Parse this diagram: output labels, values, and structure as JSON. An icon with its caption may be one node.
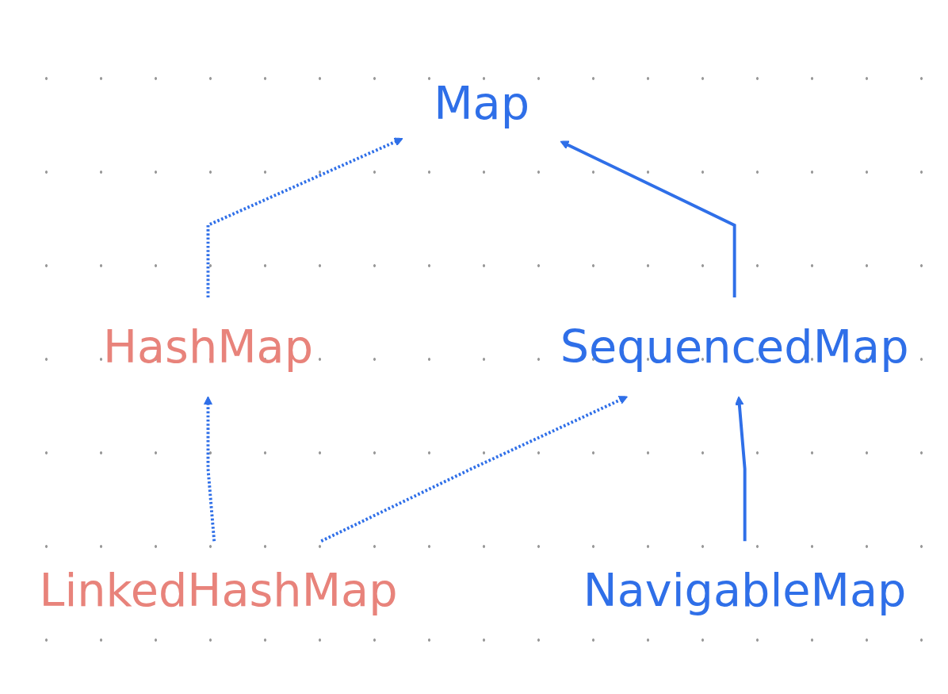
{
  "diagram": {
    "nodes": [
      {
        "text": [
          "Map"
        ]
      },
      {
        "text": [
          "HashMap"
        ]
      },
      {
        "text": [
          "SequencedMap"
        ]
      },
      {
        "text": [
          "LinkedHashMap"
        ]
      },
      {
        "text": [
          "NavigableMap"
        ]
      }
    ],
    "edges": [
      {
        "from": 1,
        "to": 0,
        "arrow": "to",
        "style": "dashed"
      },
      {
        "from": 2,
        "to": 0,
        "arrow": "to"
      },
      {
        "from": 3,
        "to": 1,
        "arrow": "to",
        "style": "dashed"
      },
      {
        "from": 3,
        "to": 2,
        "arrow": "to",
        "style": "dashed"
      },
      {
        "from": 4,
        "to": 2,
        "arrow": "to"
      }
    ]
  }
}
